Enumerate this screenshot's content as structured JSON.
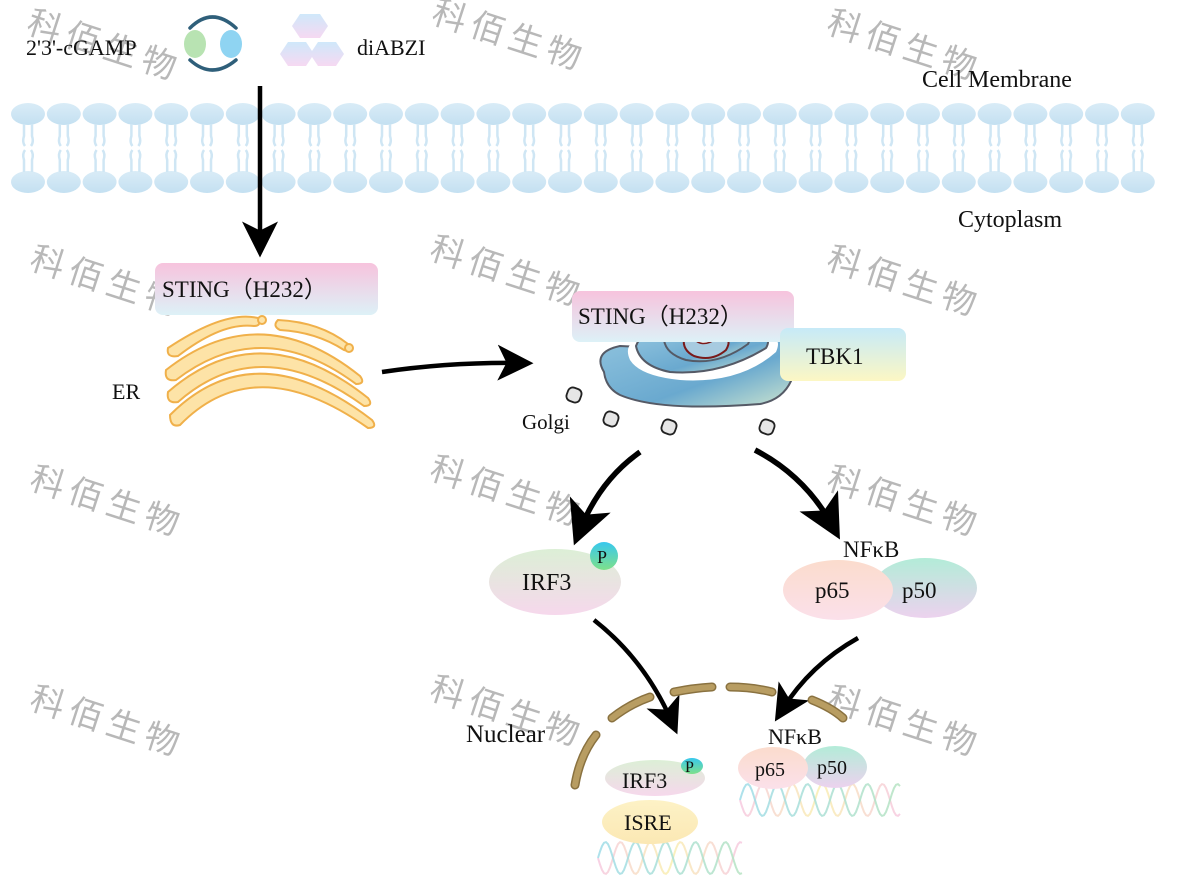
{
  "diagram": {
    "title": "STING (H232) signaling pathway",
    "watermark": "科佰生物",
    "ligands": {
      "cgamp_label": "2'3'-cGAMP",
      "diabzi_label": "diABZI"
    },
    "regions": {
      "membrane_label": "Cell Membrane",
      "cytoplasm_label": "Cytoplasm",
      "nuclear_label": "Nuclear"
    },
    "er": {
      "sting_label": "STING（H232）",
      "er_label": "ER"
    },
    "golgi": {
      "sting_label": "STING（H232）",
      "tbk1_label": "TBK1",
      "golgi_label": "Golgi"
    },
    "cytoplasm_factors": {
      "irf3_label": "IRF3",
      "phospho_label": "P",
      "nfkb_label": "NFκB",
      "p65_label": "p65",
      "p50_label": "p50"
    },
    "nuclear_factors": {
      "irf3_label": "IRF3",
      "phospho_label": "P",
      "isre_label": "ISRE",
      "nfkb_label": "NFκB",
      "p65_label": "p65",
      "p50_label": "p50"
    },
    "arrows": [
      {
        "from": "ligands",
        "to": "STING (ER)"
      },
      {
        "from": "STING (ER)",
        "to": "STING (Golgi)"
      },
      {
        "from": "Golgi",
        "to": "IRF3-P"
      },
      {
        "from": "Golgi",
        "to": "NFκB"
      },
      {
        "from": "IRF3-P",
        "to": "nucleus IRF3-P/ISRE"
      },
      {
        "from": "NFκB",
        "to": "nucleus NFκB"
      }
    ],
    "colors": {
      "membrane": "#cfe6f4",
      "er_fill": "#fde3a7",
      "er_stroke": "#f0b04a",
      "golgi_fill": "#7fb7d6",
      "golgi_stroke": "#555a66",
      "nuclear_envelope": "#b79a5e",
      "arrow": "#000000",
      "sting_box_top": "#f7c6de",
      "sting_box_bottom": "#dff1f7",
      "tbk1_top": "#c9ecf7",
      "tbk1_bottom": "#fbf6c6"
    }
  }
}
